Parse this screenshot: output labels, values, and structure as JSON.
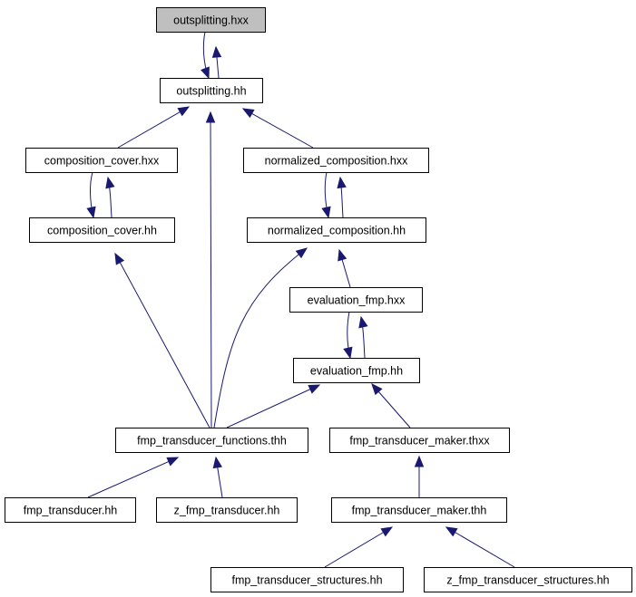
{
  "diagram": {
    "colors": {
      "edge": "#191970",
      "node_border": "#000000",
      "node_fill": "#ffffff",
      "root_fill": "#bfbfbf"
    },
    "nodes": [
      {
        "id": "outsplitting_hxx",
        "label": "outsplitting.hxx",
        "highlighted": true
      },
      {
        "id": "outsplitting_hh",
        "label": "outsplitting.hh"
      },
      {
        "id": "composition_cover_hxx",
        "label": "composition_cover.hxx"
      },
      {
        "id": "normalized_composition_hxx",
        "label": "normalized_composition.hxx"
      },
      {
        "id": "composition_cover_hh",
        "label": "composition_cover.hh"
      },
      {
        "id": "normalized_composition_hh",
        "label": "normalized_composition.hh"
      },
      {
        "id": "evaluation_fmp_hxx",
        "label": "evaluation_fmp.hxx"
      },
      {
        "id": "evaluation_fmp_hh",
        "label": "evaluation_fmp.hh"
      },
      {
        "id": "fmp_transducer_functions_thh",
        "label": "fmp_transducer_functions.thh"
      },
      {
        "id": "fmp_transducer_maker_thxx",
        "label": "fmp_transducer_maker.thxx"
      },
      {
        "id": "fmp_transducer_hh",
        "label": "fmp_transducer.hh"
      },
      {
        "id": "z_fmp_transducer_hh",
        "label": "z_fmp_transducer.hh"
      },
      {
        "id": "fmp_transducer_maker_thh",
        "label": "fmp_transducer_maker.thh"
      },
      {
        "id": "fmp_transducer_structures_hh",
        "label": "fmp_transducer_structures.hh"
      },
      {
        "id": "z_fmp_transducer_structures_hh",
        "label": "z_fmp_transducer_structures.hh"
      }
    ],
    "edges": [
      {
        "from": "outsplitting_hh",
        "to": "outsplitting_hxx"
      },
      {
        "from": "outsplitting_hxx",
        "to": "outsplitting_hh"
      },
      {
        "from": "composition_cover_hxx",
        "to": "outsplitting_hh"
      },
      {
        "from": "fmp_transducer_functions_thh",
        "to": "outsplitting_hh"
      },
      {
        "from": "normalized_composition_hxx",
        "to": "outsplitting_hh"
      },
      {
        "from": "composition_cover_hh",
        "to": "composition_cover_hxx"
      },
      {
        "from": "composition_cover_hxx",
        "to": "composition_cover_hh"
      },
      {
        "from": "normalized_composition_hh",
        "to": "normalized_composition_hxx"
      },
      {
        "from": "normalized_composition_hxx",
        "to": "normalized_composition_hh"
      },
      {
        "from": "fmp_transducer_functions_thh",
        "to": "composition_cover_hh"
      },
      {
        "from": "fmp_transducer_functions_thh",
        "to": "normalized_composition_hh"
      },
      {
        "from": "evaluation_fmp_hxx",
        "to": "normalized_composition_hh"
      },
      {
        "from": "evaluation_fmp_hh",
        "to": "evaluation_fmp_hxx"
      },
      {
        "from": "evaluation_fmp_hxx",
        "to": "evaluation_fmp_hh"
      },
      {
        "from": "fmp_transducer_functions_thh",
        "to": "evaluation_fmp_hh"
      },
      {
        "from": "fmp_transducer_maker_thxx",
        "to": "evaluation_fmp_hh"
      },
      {
        "from": "fmp_transducer_hh",
        "to": "fmp_transducer_functions_thh"
      },
      {
        "from": "z_fmp_transducer_hh",
        "to": "fmp_transducer_functions_thh"
      },
      {
        "from": "fmp_transducer_maker_thh",
        "to": "fmp_transducer_maker_thxx"
      },
      {
        "from": "fmp_transducer_structures_hh",
        "to": "fmp_transducer_maker_thh"
      },
      {
        "from": "z_fmp_transducer_structures_hh",
        "to": "fmp_transducer_maker_thh"
      }
    ]
  }
}
